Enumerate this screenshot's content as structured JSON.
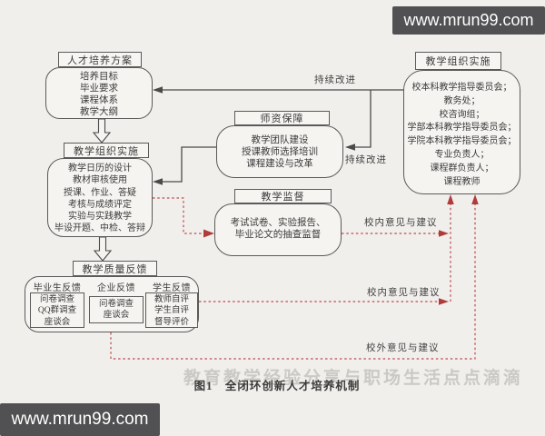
{
  "watermark": {
    "site_top": "www.mrun99.com",
    "site_bottom": "www.mrun99.com",
    "slogan": "教育教学经验分享与职场生活点点滴滴"
  },
  "caption": "图1　全闭环创新人才培养机制",
  "colors": {
    "page_bg": "#f1efec",
    "box_border": "#5a5a5a",
    "line_black": "#4a4a4a",
    "line_red": "#bb4a4a",
    "watermark_bar_bg": "#515153"
  },
  "boxes": {
    "talent_plan": {
      "title": "人才培养方案",
      "items": [
        "培养目标",
        "毕业要求",
        "课程体系",
        "教学大纲"
      ]
    },
    "teaching_impl_left": {
      "title": "教学组织实施",
      "items": [
        "教学日历的设计",
        "教材审核使用",
        "授课、作业、答疑",
        "考核与成绩评定",
        "实验与实践教学",
        "毕设开题、中检、答辩"
      ]
    },
    "quality_feedback": {
      "title": "教学质量反馈",
      "groups": [
        {
          "header": "毕业生反馈",
          "items": [
            "问卷调查",
            "QQ群调查",
            "座谈会"
          ]
        },
        {
          "header": "企业反馈",
          "items": [
            "问卷调查",
            "座谈会"
          ]
        },
        {
          "header": "学生反馈",
          "items": [
            "教师自评",
            "学生自评",
            "督导评价"
          ]
        }
      ]
    },
    "teacher_support": {
      "title": "师资保障",
      "items": [
        "教学团队建设",
        "授课教师选择培训",
        "课程建设与改革"
      ]
    },
    "supervision": {
      "title": "教学监督",
      "items": [
        "考试试卷、实验报告、",
        "毕业论文的抽查监督"
      ]
    },
    "teaching_impl_right": {
      "title": "教学组织实施",
      "items": [
        "校本科教学指导委员会；",
        "教务处；",
        "校咨询组；",
        "学部本科教学指导委员会；",
        "学院本科教学指导委员会；",
        "专业负责人；",
        "课程群负责人；",
        "课程教师"
      ]
    }
  },
  "labels": {
    "continuous_top": "持续改进",
    "continuous_mid": "持续改进",
    "internal_1": "校内意见与建议",
    "internal_2": "校内意见与建议",
    "external": "校外意见与建议"
  }
}
